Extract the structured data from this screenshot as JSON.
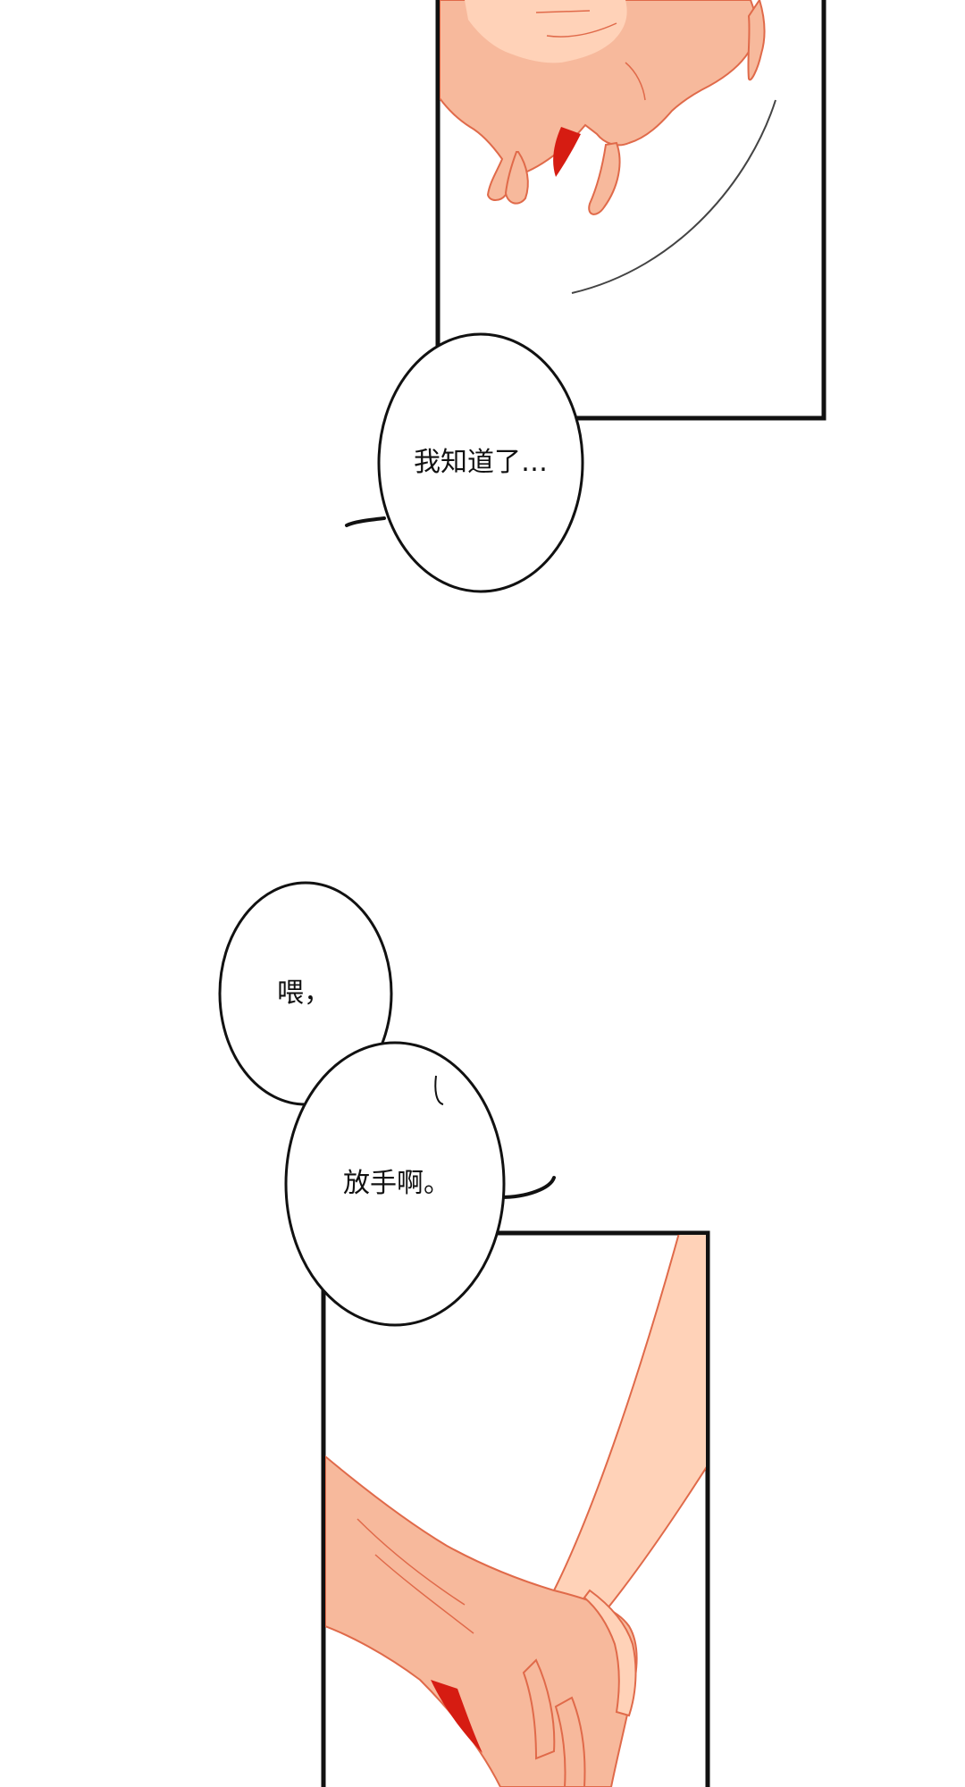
{
  "panels": {
    "top": {
      "name": "hands-panel-top"
    },
    "bottom": {
      "name": "hands-panel-bottom"
    }
  },
  "speech": {
    "bubble_1": "我知道了…",
    "bubble_2": "喂，",
    "bubble_3": "放手啊。"
  },
  "colors": {
    "skin": "#f7b99c",
    "skin_light": "#ffd2b8",
    "line": "#e06a4a",
    "blood": "#d61c12",
    "ink": "#111111",
    "panel_border": "#111111"
  }
}
